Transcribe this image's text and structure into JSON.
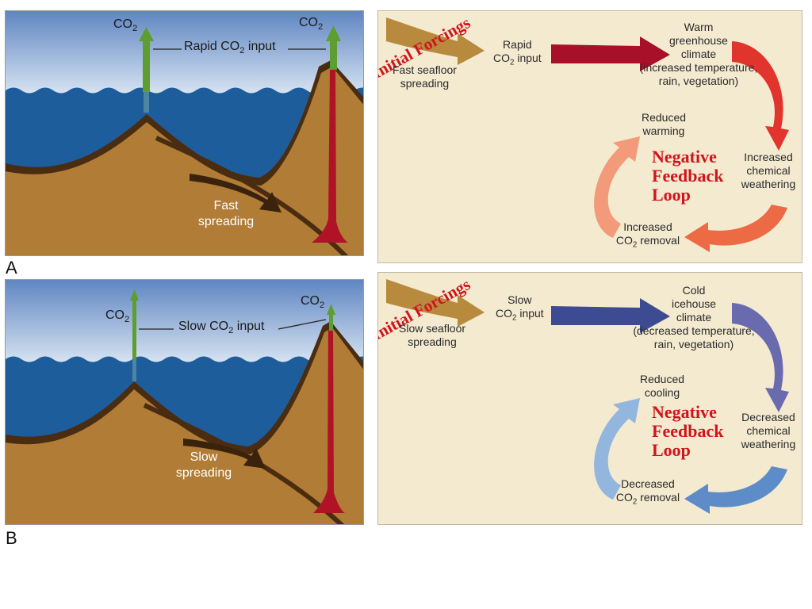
{
  "panels": [
    {
      "letter": "A",
      "scene": {
        "co2_left_main": "CO",
        "co2_left_sub": "2",
        "co2_right_main": "CO",
        "co2_right_sub": "2",
        "input_main": "Rapid CO",
        "input_sub": "2",
        "input_tail": " input",
        "spreading_line1": "Fast",
        "spreading_line2": "spreading"
      },
      "flow": {
        "initial_forcings": "Initial Forcings",
        "source_line1": "Fast seafloor",
        "source_line2": "spreading",
        "input_line1": "Rapid",
        "input_line2_main": "CO",
        "input_line2_sub": "2",
        "input_line2_tail": " input",
        "climate_line1": "Warm",
        "climate_line2": "greenhouse",
        "climate_line3": "climate",
        "climate_line4": "(increased temperature,",
        "climate_line5": "rain, vegetation)",
        "weathering_line1": "Increased",
        "weathering_line2": "chemical",
        "weathering_line3": "weathering",
        "removal_line1": "Increased",
        "removal_line2_main": "CO",
        "removal_line2_sub": "2",
        "removal_line2_tail": " removal",
        "result_line1": "Reduced",
        "result_line2": "warming",
        "loop_line1": "Negative",
        "loop_line2": "Feedback",
        "loop_line3": "Loop"
      }
    },
    {
      "letter": "B",
      "scene": {
        "co2_left_main": "CO",
        "co2_left_sub": "2",
        "co2_right_main": "CO",
        "co2_right_sub": "2",
        "input_main": "Slow CO",
        "input_sub": "2",
        "input_tail": " input",
        "spreading_line1": "Slow",
        "spreading_line2": "spreading"
      },
      "flow": {
        "initial_forcings": "Initial Forcings",
        "source_line1": "Slow seafloor",
        "source_line2": "spreading",
        "input_line1": "Slow",
        "input_line2_main": "CO",
        "input_line2_sub": "2",
        "input_line2_tail": " input",
        "climate_line1": "Cold",
        "climate_line2": "icehouse",
        "climate_line3": "climate",
        "climate_line4": "(decreased temperature,",
        "climate_line5": "rain, vegetation)",
        "weathering_line1": "Decreased",
        "weathering_line2": "chemical",
        "weathering_line3": "weathering",
        "removal_line1": "Decreased",
        "removal_line2_main": "CO",
        "removal_line2_sub": "2",
        "removal_line2_tail": " removal",
        "result_line1": "Reduced",
        "result_line2": "cooling",
        "loop_line1": "Negative",
        "loop_line2": "Feedback",
        "loop_line3": "Loop"
      }
    }
  ],
  "colors": {
    "sky_top": "#5f86c2",
    "sky_bottom": "#dfe9f5",
    "ocean": "#1e5d9c",
    "crust": "#b07c36",
    "crust_shadow": "#4a2c10",
    "magma": "#b01226",
    "co2_arrow_green": "#5e9d2f",
    "panel_bg": "#f4ead0",
    "forcing_arrow": "#b88a3e",
    "label_red": "#d0141c",
    "warm_arrow_1": "#a8102a",
    "warm_arrow_2": "#e0342c",
    "warm_arrow_3": "#ec6a44",
    "warm_arrow_4": "#f29a7a",
    "cold_arrow_1": "#3d4c92",
    "cold_arrow_2": "#6a6aae",
    "cold_arrow_3": "#5d8cc8",
    "cold_arrow_4": "#93b6df"
  }
}
